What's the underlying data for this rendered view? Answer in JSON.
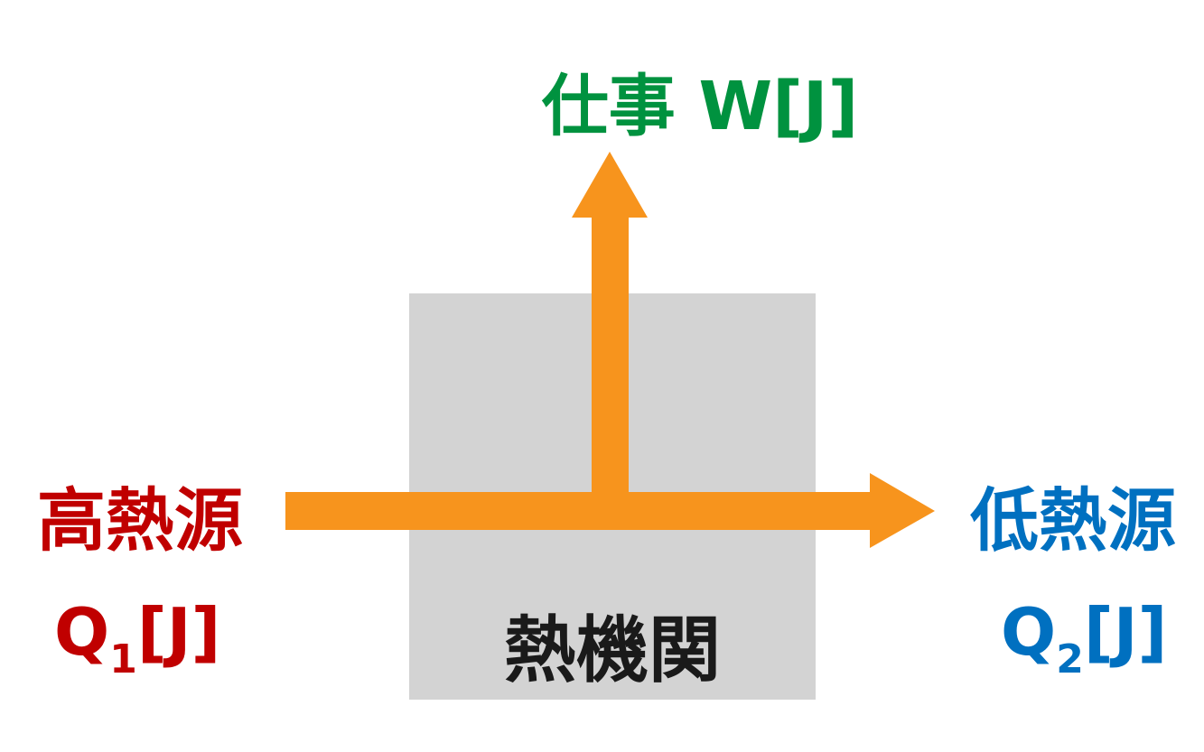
{
  "engine": {
    "label": "熱機関",
    "box_color": "#d3d3d3",
    "text_color": "#1a1a1a"
  },
  "hot_source": {
    "label": "高熱源",
    "heat_symbol": "Q",
    "heat_subscript": "1",
    "unit": "[J]",
    "color": "#c00000"
  },
  "cold_source": {
    "label": "低熱源",
    "heat_symbol": "Q",
    "heat_subscript": "2",
    "unit": "[J]",
    "color": "#0070c0"
  },
  "work": {
    "label": "仕事 W[J]",
    "color": "#00923f"
  },
  "arrow_color": "#f7941d"
}
